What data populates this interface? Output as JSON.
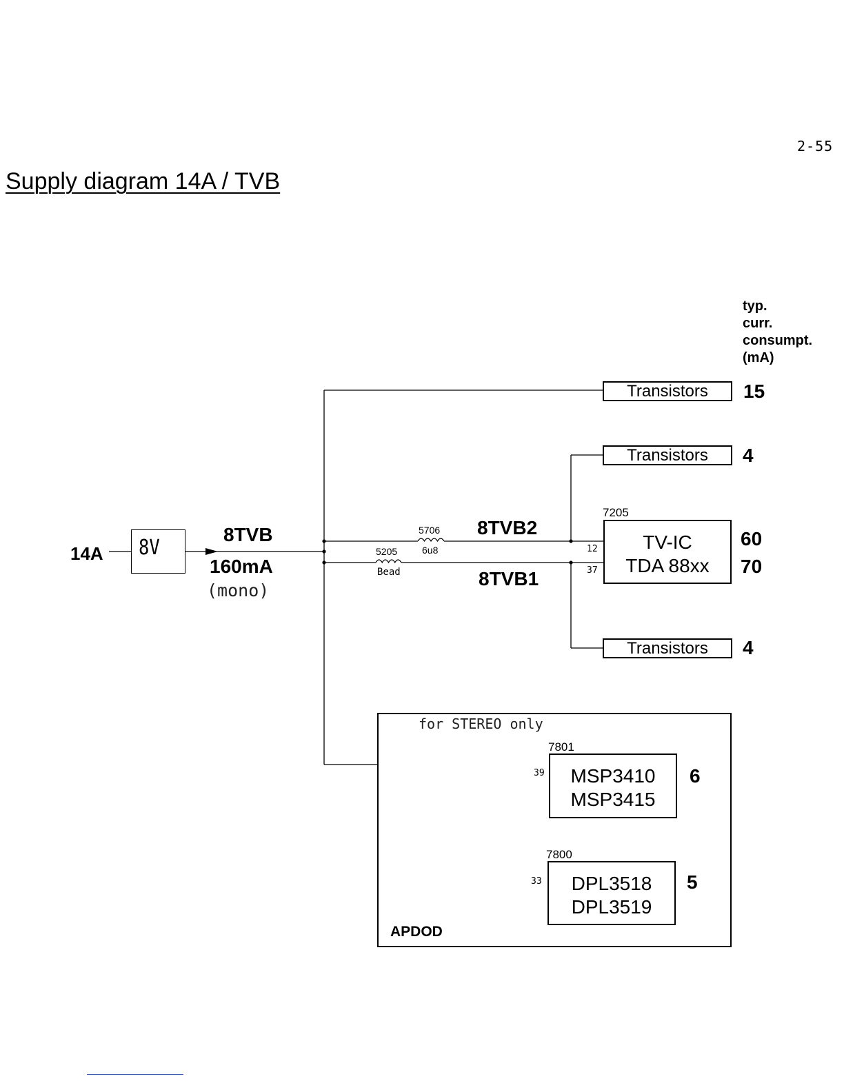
{
  "page_number": "2-55",
  "title": "Supply diagram 14A / TVB",
  "legend": {
    "line1": "typ.",
    "line2": "curr.",
    "line3": "consumpt.",
    "line4": "(mA)"
  },
  "source": {
    "input_label": "14A",
    "regulator_label": "8V",
    "rail_name": "8TVB",
    "rail_current": "160mA",
    "rail_note": "(mono)"
  },
  "components": {
    "coil_5706_ref": "5706",
    "coil_5706_value": "6u8",
    "coil_5205_ref": "5205",
    "coil_5205_value": "Bead"
  },
  "rails": {
    "rail_b2": "8TVB2",
    "rail_b1": "8TVB1"
  },
  "loads": {
    "transistors_1": {
      "label": "Transistors",
      "current": "15"
    },
    "transistors_2": {
      "label": "Transistors",
      "current": "4"
    },
    "tvic": {
      "ref": "7205",
      "line1": "TV-IC",
      "line2": "TDA 88xx",
      "pin_a": "12",
      "pin_b": "37",
      "current_a": "60",
      "current_b": "70"
    },
    "transistors_3": {
      "label": "Transistors",
      "current": "4"
    }
  },
  "stereo_module": {
    "note": "for STEREO only",
    "name": "APDOD",
    "msp": {
      "ref": "7801",
      "line1": "MSP3410",
      "line2": "MSP3415",
      "pin": "39",
      "current": "6"
    },
    "dpl": {
      "ref": "7800",
      "line1": "DPL3518",
      "line2": "DPL3519",
      "pin": "33",
      "current": "5"
    }
  }
}
